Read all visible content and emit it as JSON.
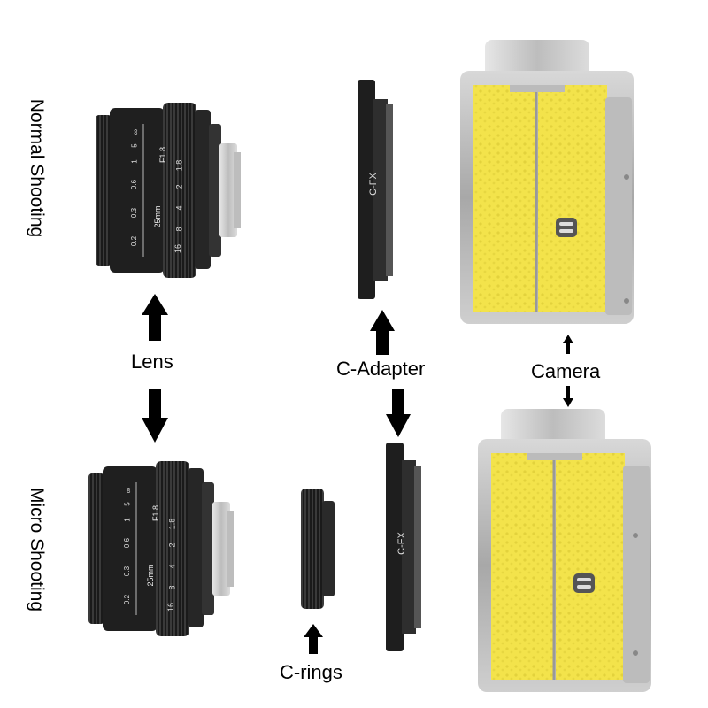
{
  "side_labels": {
    "normal": "Normal Shooting",
    "micro": "Micro Shooting"
  },
  "labels": {
    "lens": "Lens",
    "c_adapter": "C-Adapter",
    "camera": "Camera",
    "c_rings": "C-rings"
  },
  "engravings": {
    "adapter": "C-FX",
    "focal_length": "25mm",
    "aperture": "F1.8",
    "distance_scale": [
      "0.2",
      "0.3",
      "0.6",
      "1",
      "5",
      "∞"
    ],
    "aperture_scale": [
      "1.8",
      "2",
      "4",
      "8",
      "16"
    ]
  },
  "colors": {
    "camera_leather": "#f2e34a",
    "camera_silver": "#c9c9c9",
    "lens_black": "#1c1c1c"
  }
}
